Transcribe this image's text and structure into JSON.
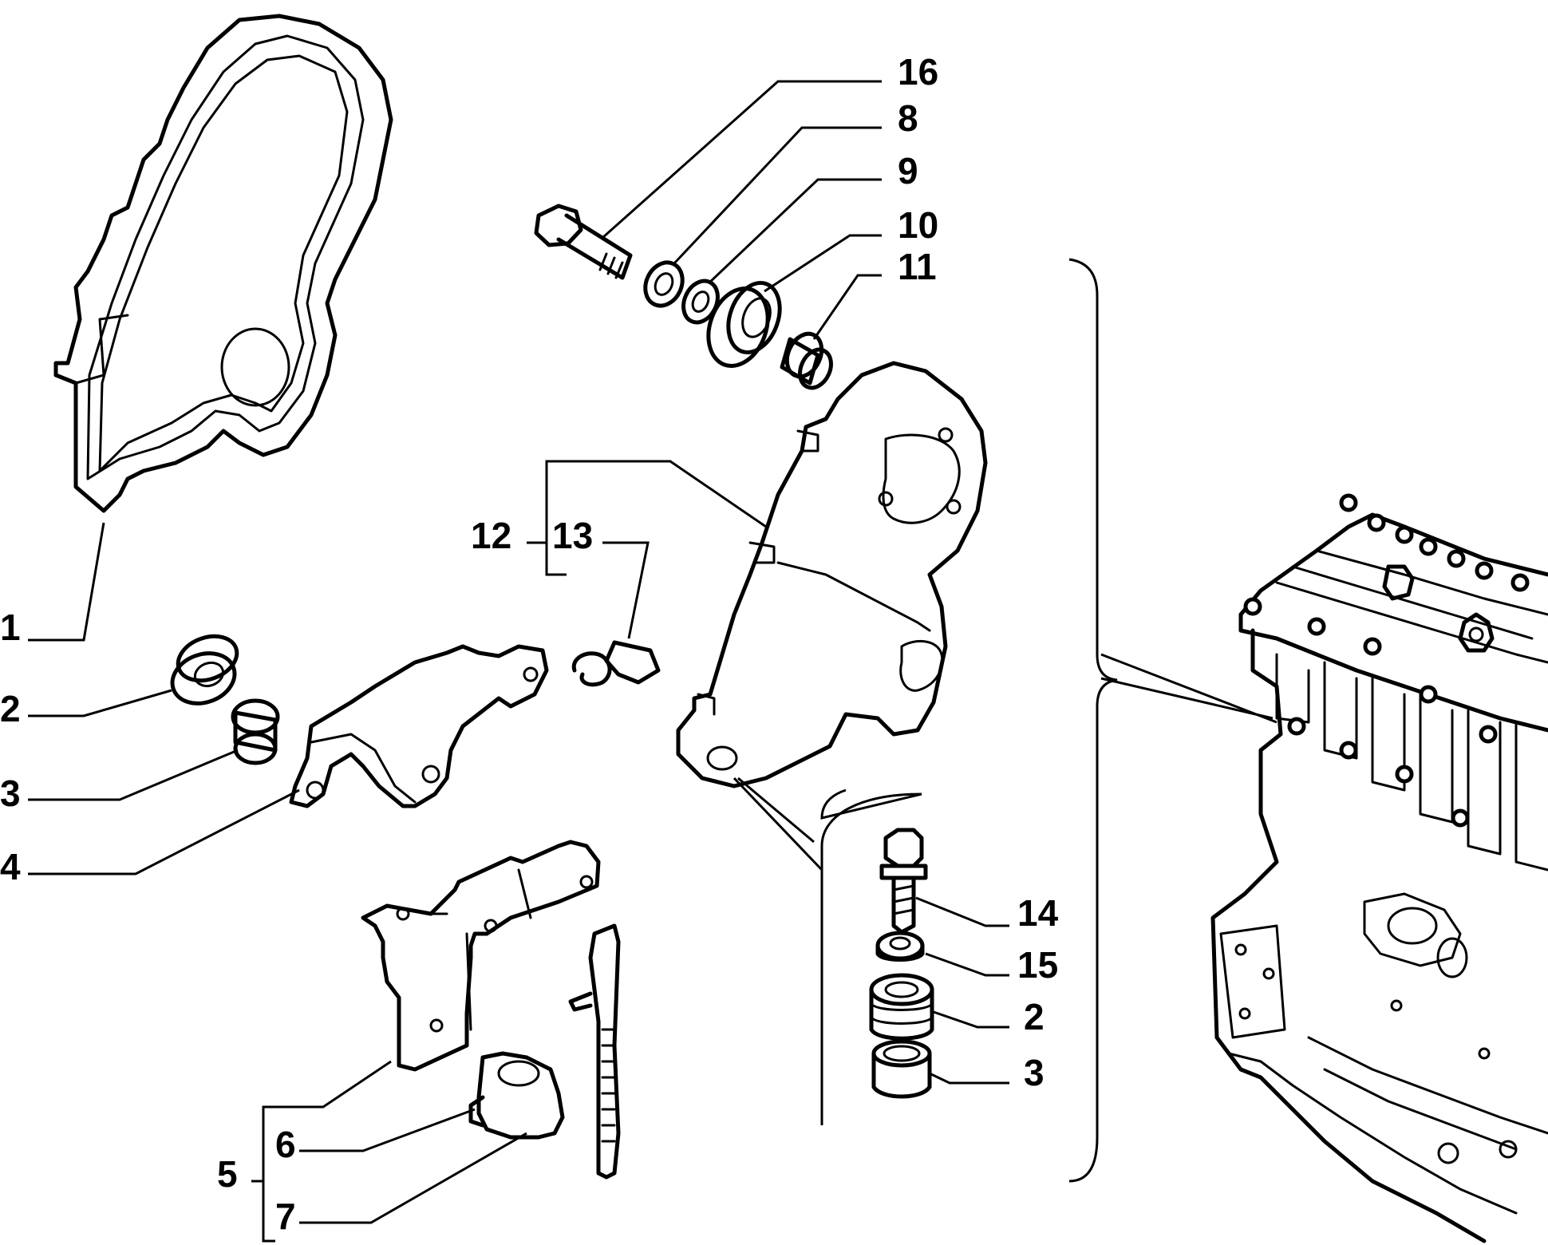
{
  "callouts": {
    "c1": "1",
    "c2": "2",
    "c3": "3",
    "c4": "4",
    "c5": "5",
    "c6": "6",
    "c7": "7",
    "c8": "8",
    "c9": "9",
    "c10": "10",
    "c11": "11",
    "c12": "12",
    "c13": "13",
    "c14": "14",
    "c15": "15",
    "c16": "16",
    "c2b": "2",
    "c3b": "3"
  }
}
